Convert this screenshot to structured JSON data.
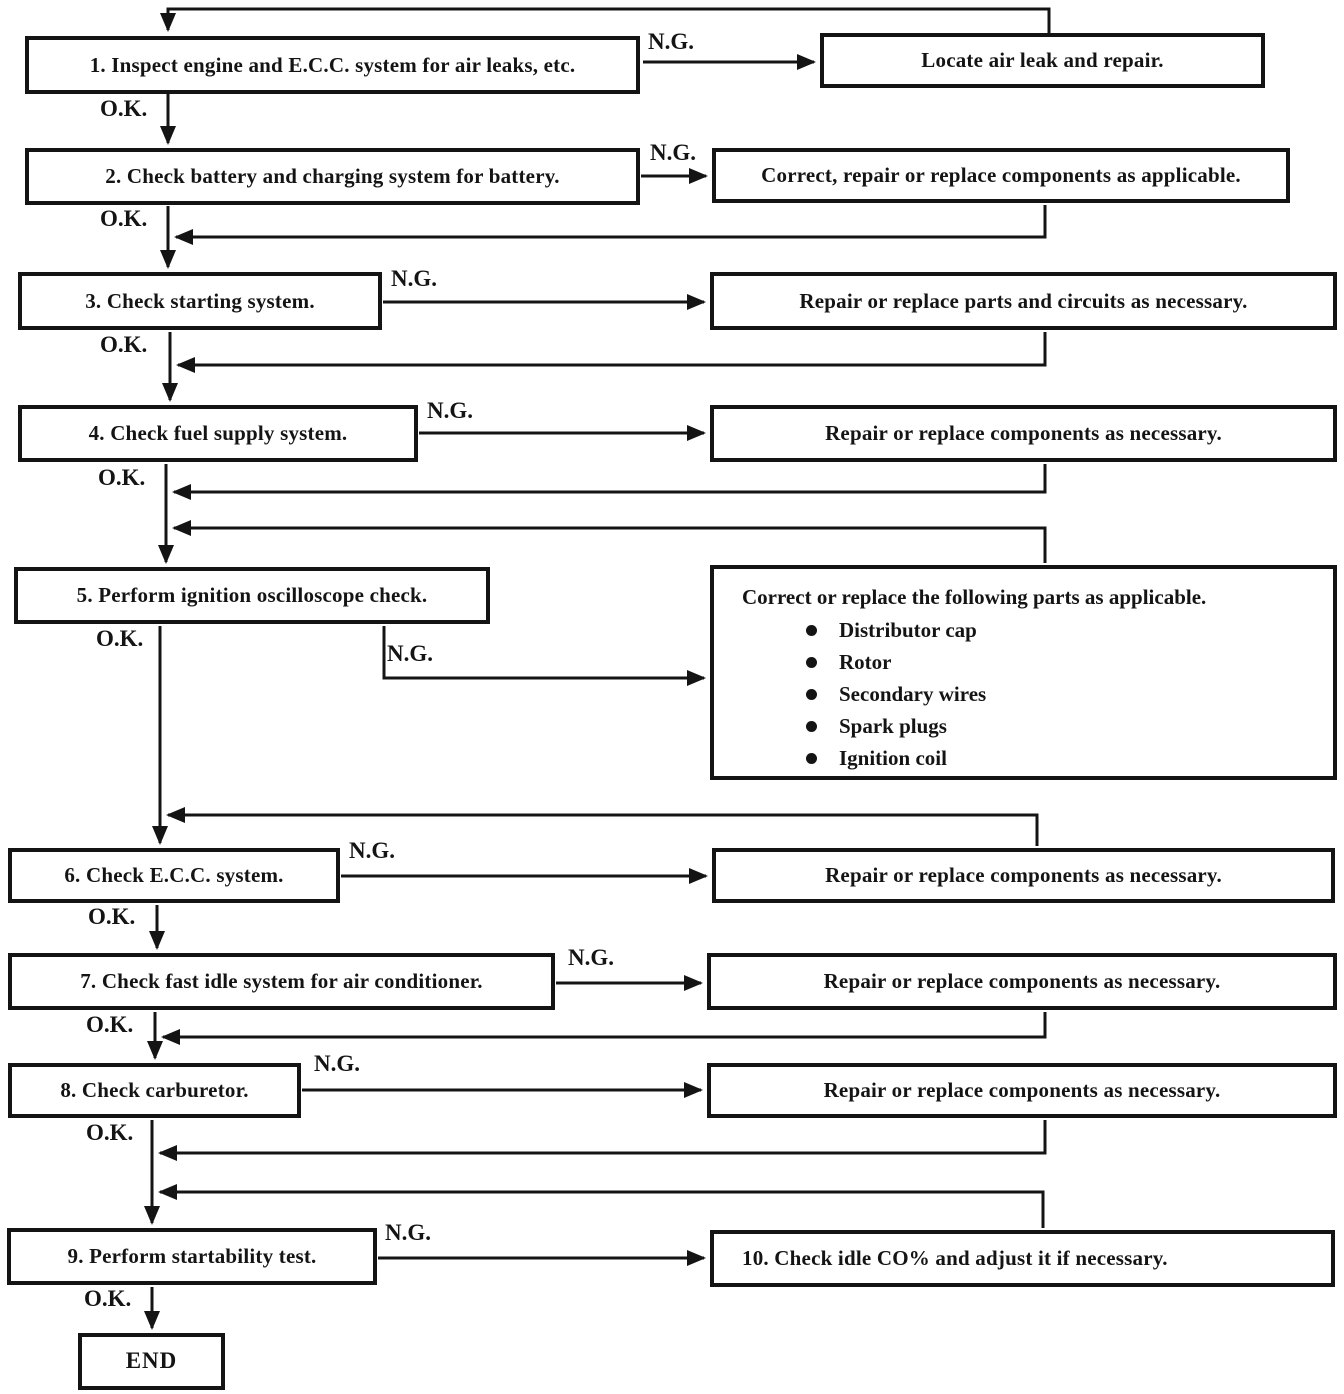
{
  "labels": {
    "ok": "O.K.",
    "ng": "N.G."
  },
  "steps": [
    {
      "label": "1. Inspect engine and E.C.C. system for air leaks, etc."
    },
    {
      "label": "2. Check battery and charging system for battery."
    },
    {
      "label": "3. Check starting system."
    },
    {
      "label": "4. Check fuel supply system."
    },
    {
      "label": "5. Perform ignition oscilloscope check."
    },
    {
      "label": "6. Check E.C.C. system."
    },
    {
      "label": "7. Check fast idle system for air conditioner."
    },
    {
      "label": "8. Check carburetor."
    },
    {
      "label": "9. Perform startability test."
    }
  ],
  "actions": {
    "locate_air_leak": "Locate air leak and repair.",
    "correct_battery": "Correct, repair or replace components as applicable.",
    "repair_starting": "Repair or replace parts and circuits as necessary.",
    "repair_fuel": "Repair or replace components as necessary.",
    "ignition": {
      "title": "Correct or replace the following parts as applicable.",
      "items": [
        "Distributor cap",
        "Rotor",
        "Secondary wires",
        "Spark plugs",
        "Ignition coil"
      ]
    },
    "repair_ecc": "Repair or replace components as necessary.",
    "repair_fast_idle": "Repair or replace components as necessary.",
    "repair_carburetor": "Repair or replace components as necessary.",
    "check_idle_co": "10. Check idle CO% and adjust it if necessary."
  },
  "end_label": "END",
  "colors": {
    "ink": "#141414",
    "paper": "#ffffff"
  }
}
